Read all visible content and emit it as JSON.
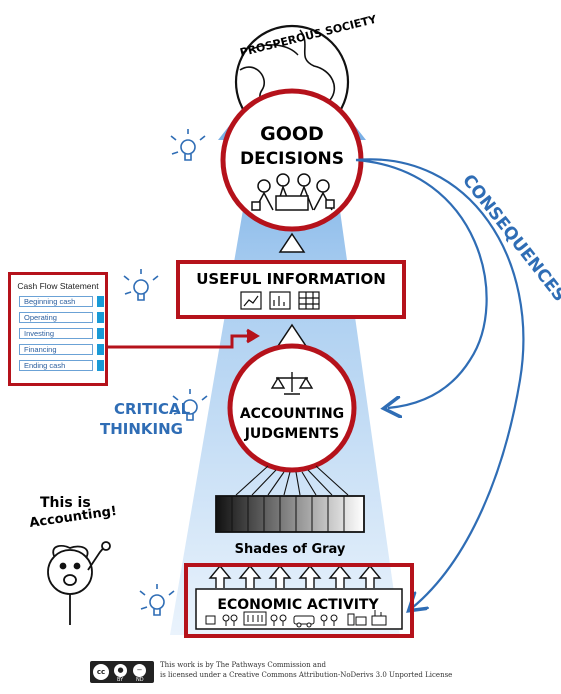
{
  "top": {
    "label": "PROSPEROUS SOCIETY"
  },
  "decisions": {
    "line1": "GOOD",
    "line2": "DECISIONS"
  },
  "consequences": {
    "label": "CONSEQUENCES"
  },
  "useful_info": {
    "label": "USEFUL INFORMATION"
  },
  "judgments": {
    "line1": "ACCOUNTING",
    "line2": "JUDGMENTS"
  },
  "critical": {
    "line1": "CRITICAL",
    "line2": "THINKING"
  },
  "accounting_note": {
    "line1": "This is",
    "line2": "Accounting!"
  },
  "shades": {
    "label": "Shades of Gray"
  },
  "economic": {
    "label": "ECONOMIC ACTIVITY"
  },
  "cash_flow": {
    "title": "Cash Flow Statement",
    "rows": [
      "Beginning cash",
      "Operating",
      "Investing",
      "Financing",
      "Ending cash"
    ]
  },
  "license": {
    "line1": "This work is by The Pathways Commission and",
    "line2": "is licensed under a Creative Commons Attribution-NoDerivs 3.0 Unported License",
    "badge_main": "cc",
    "badge_by": "BY",
    "badge_nd": "ND"
  },
  "colors": {
    "accent_red": "#b5121b",
    "hand_blue": "#2f6db5",
    "arrow_blue": "#7fb0e3"
  },
  "icons": [
    "globe-icon",
    "lightbulb-icon",
    "scale-icon",
    "people-icon",
    "chart-icon",
    "buildings-icon"
  ]
}
